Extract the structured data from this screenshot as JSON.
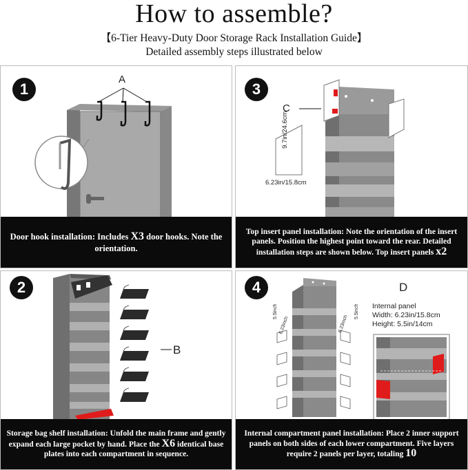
{
  "header": {
    "title": "How to assemble?",
    "subtitle": "【6-Tier Heavy-Duty Door Storage Rack Installation Guide】",
    "subtitle2": "Detailed assembly steps illustrated below"
  },
  "steps": [
    {
      "number": "1",
      "label_a": "A",
      "caption_pre": "Door hook installation: Includes ",
      "caption_big": "X3",
      "caption_post": " door hooks. Note the orientation."
    },
    {
      "number": "3",
      "label_c": "C",
      "dim_height": "9.7in/24.6cm",
      "dim_width": "6.23in/15.8cm",
      "caption_pre": "Top insert panel installation: Note the orientation of the insert panels. Position the highest point toward the rear. Detailed installation steps are shown below. Top insert panels ",
      "caption_big": "x2",
      "caption_post": ""
    },
    {
      "number": "2",
      "label_b": "B",
      "caption_pre": "Storage bag shelf installation: Unfold the main frame and gently expand each large pocket by hand. Place the ",
      "caption_big": "X6",
      "caption_post": " identical base plates into each compartment in sequence."
    },
    {
      "number": "4",
      "label_d": "D",
      "dim_side_a": "5.5inch",
      "dim_side_b": "6.23inch",
      "dim_side_c": "6.23inch",
      "dim_side_d": "5.5inch",
      "internal_title": "Internal panel",
      "internal_width": "Width: 6.23in/15.8cm",
      "internal_height": "Height: 5.5in/14cm",
      "caption_pre": "Internal compartment panel installation: Place 2 inner support panels on both sides of each lower compartment. Five layers require 2 panels per layer, totaling ",
      "caption_big": "10",
      "caption_post": ""
    }
  ],
  "colors": {
    "caption_bg": "#0b0b0b",
    "accent_red": "#e01b1b",
    "rack_dark": "#6f6f6f",
    "rack_light": "#a9a9a9"
  }
}
